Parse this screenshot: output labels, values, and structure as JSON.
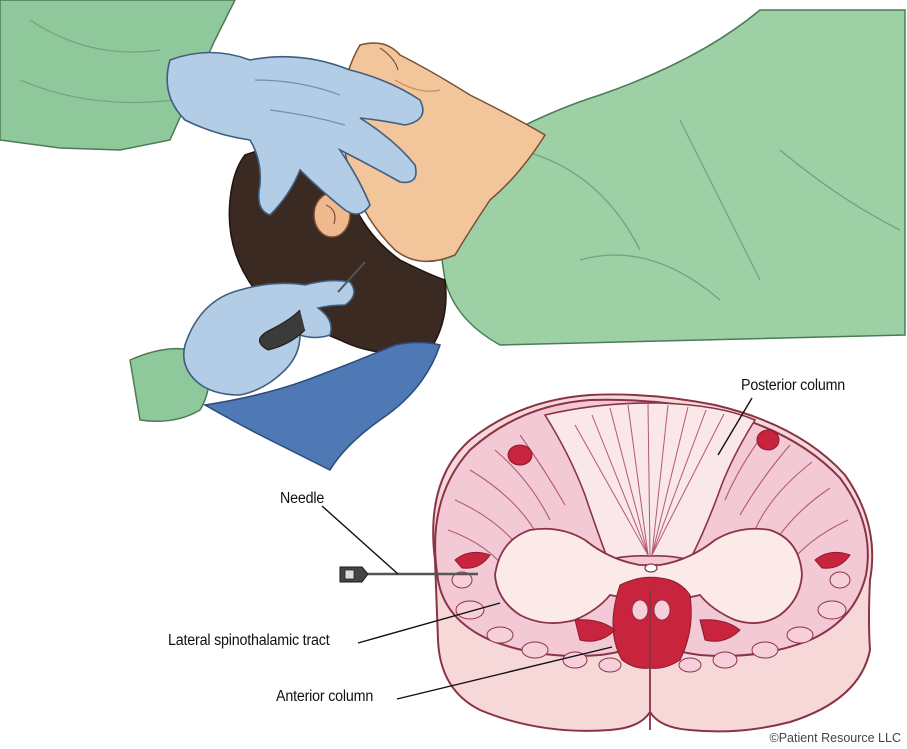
{
  "labels": {
    "posterior_column": "Posterior column",
    "needle": "Needle",
    "lateral_spinothalamic_tract": "Lateral spinothalamic tract",
    "anterior_column": "Anterior column"
  },
  "copyright": "©Patient Resource LLC",
  "colors": {
    "gown_green": "#8fc89a",
    "glove_blue": "#a9c4df",
    "skin": "#f2c59a",
    "hair": "#3a2a22",
    "drape_blue": "#4f79b5",
    "cord_pink": "#f3c9d6",
    "cord_red": "#c8243e",
    "cord_outline": "#8a3346"
  }
}
